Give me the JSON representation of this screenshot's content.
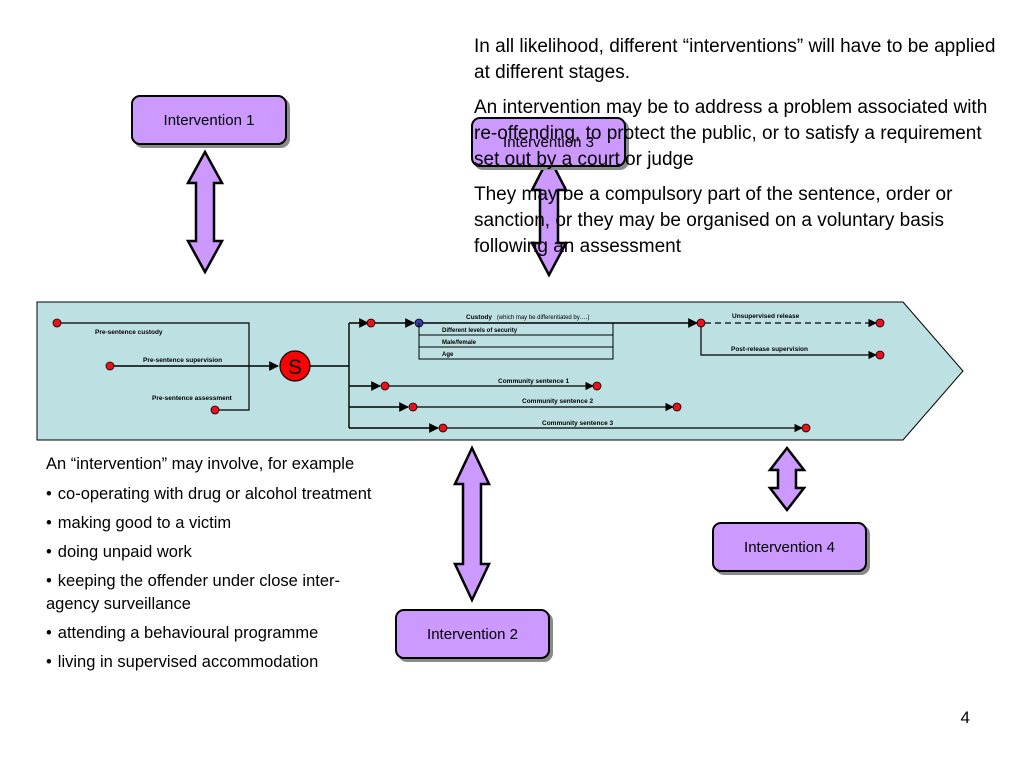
{
  "right_text": {
    "p1": "In all likelihood, different “interventions” will have to be applied at different stages.",
    "p2": "An intervention may be to address a problem associated with re-offending, to protect the public, or to satisfy a requirement set out by a court or judge",
    "p3": "They may be a compulsory part of the sentence, order or sanction, or they may be organised on a voluntary basis following an assessment"
  },
  "interventions": {
    "i1": "Intervention 1",
    "i2": "Intervention 2",
    "i3": "Intervention 3",
    "i4": "Intervention 4"
  },
  "flow": {
    "pre_custody": "Pre-sentence custody",
    "pre_supervision": "Pre-sentence supervision",
    "pre_assessment": "Pre-sentence assessment",
    "sentence_marker": "S",
    "custody": "Custody",
    "custody_note": "(which may be differentiated by….)",
    "security": "Different levels of security",
    "gender": "Male/female",
    "age": "Age",
    "unsupervised": "Unsupervised release",
    "post_release": "Post-release supervision",
    "community1": "Community sentence 1",
    "community2": "Community sentence 2",
    "community3": "Community sentence 3"
  },
  "left_text": {
    "intro": "An “intervention” may involve, for example",
    "bullet": "•",
    "items": [
      "co-operating with drug or alcohol treatment",
      "making good to a victim",
      "doing unpaid work",
      "keeping the offender under close inter-agency surveillance",
      "attending a behavioural programme",
      "living in supervised accommodation"
    ]
  },
  "page_number": "4",
  "colors": {
    "band_fill": "#bde0e3",
    "intervention_fill": "#cc99ff",
    "arrow_fill": "#cc99ff",
    "node_red": "#e8121b",
    "node_blue": "#3d3da8",
    "s_circle": "#ff0000"
  }
}
